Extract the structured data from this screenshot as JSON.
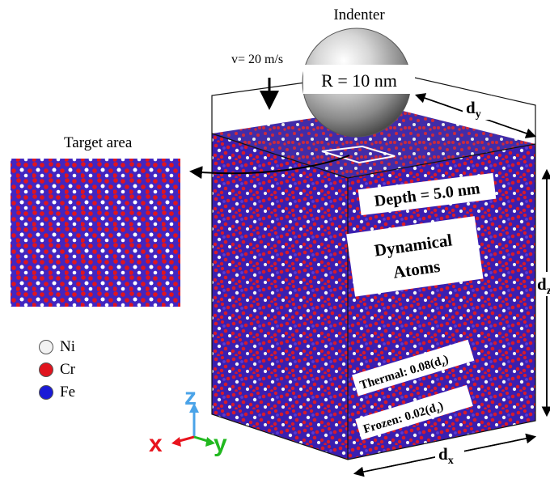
{
  "labels": {
    "indenter": "Indenter",
    "velocity": "v= 20 m/s",
    "radius": "R = 10 nm",
    "target_area": "Target area",
    "depth": "Depth = 5.0 nm",
    "dynamical_line1": "Dynamical",
    "dynamical_line2": "Atoms",
    "thermal": "Thermal: 0.08(d",
    "frozen": "Frozen: 0.02(d",
    "dim_x": "d",
    "dim_x_sub": "x",
    "dim_y": "d",
    "dim_y_sub": "y",
    "dim_z": "d",
    "dim_z_sub": "z",
    "axis_x": "x",
    "axis_y": "y",
    "axis_z": "z"
  },
  "legend": [
    {
      "element": "Ni",
      "color": "#f2f2f2"
    },
    {
      "element": "Cr",
      "color": "#e0141e"
    },
    {
      "element": "Fe",
      "color": "#1a1ad6"
    }
  ],
  "atom_colors": {
    "fe": "#3a1fb0",
    "cr": "#d81a2a",
    "ni": "#f5f5f5"
  },
  "axis_colors": {
    "x": "#e8141e",
    "y": "#21b81f",
    "z": "#4aa3e8"
  }
}
